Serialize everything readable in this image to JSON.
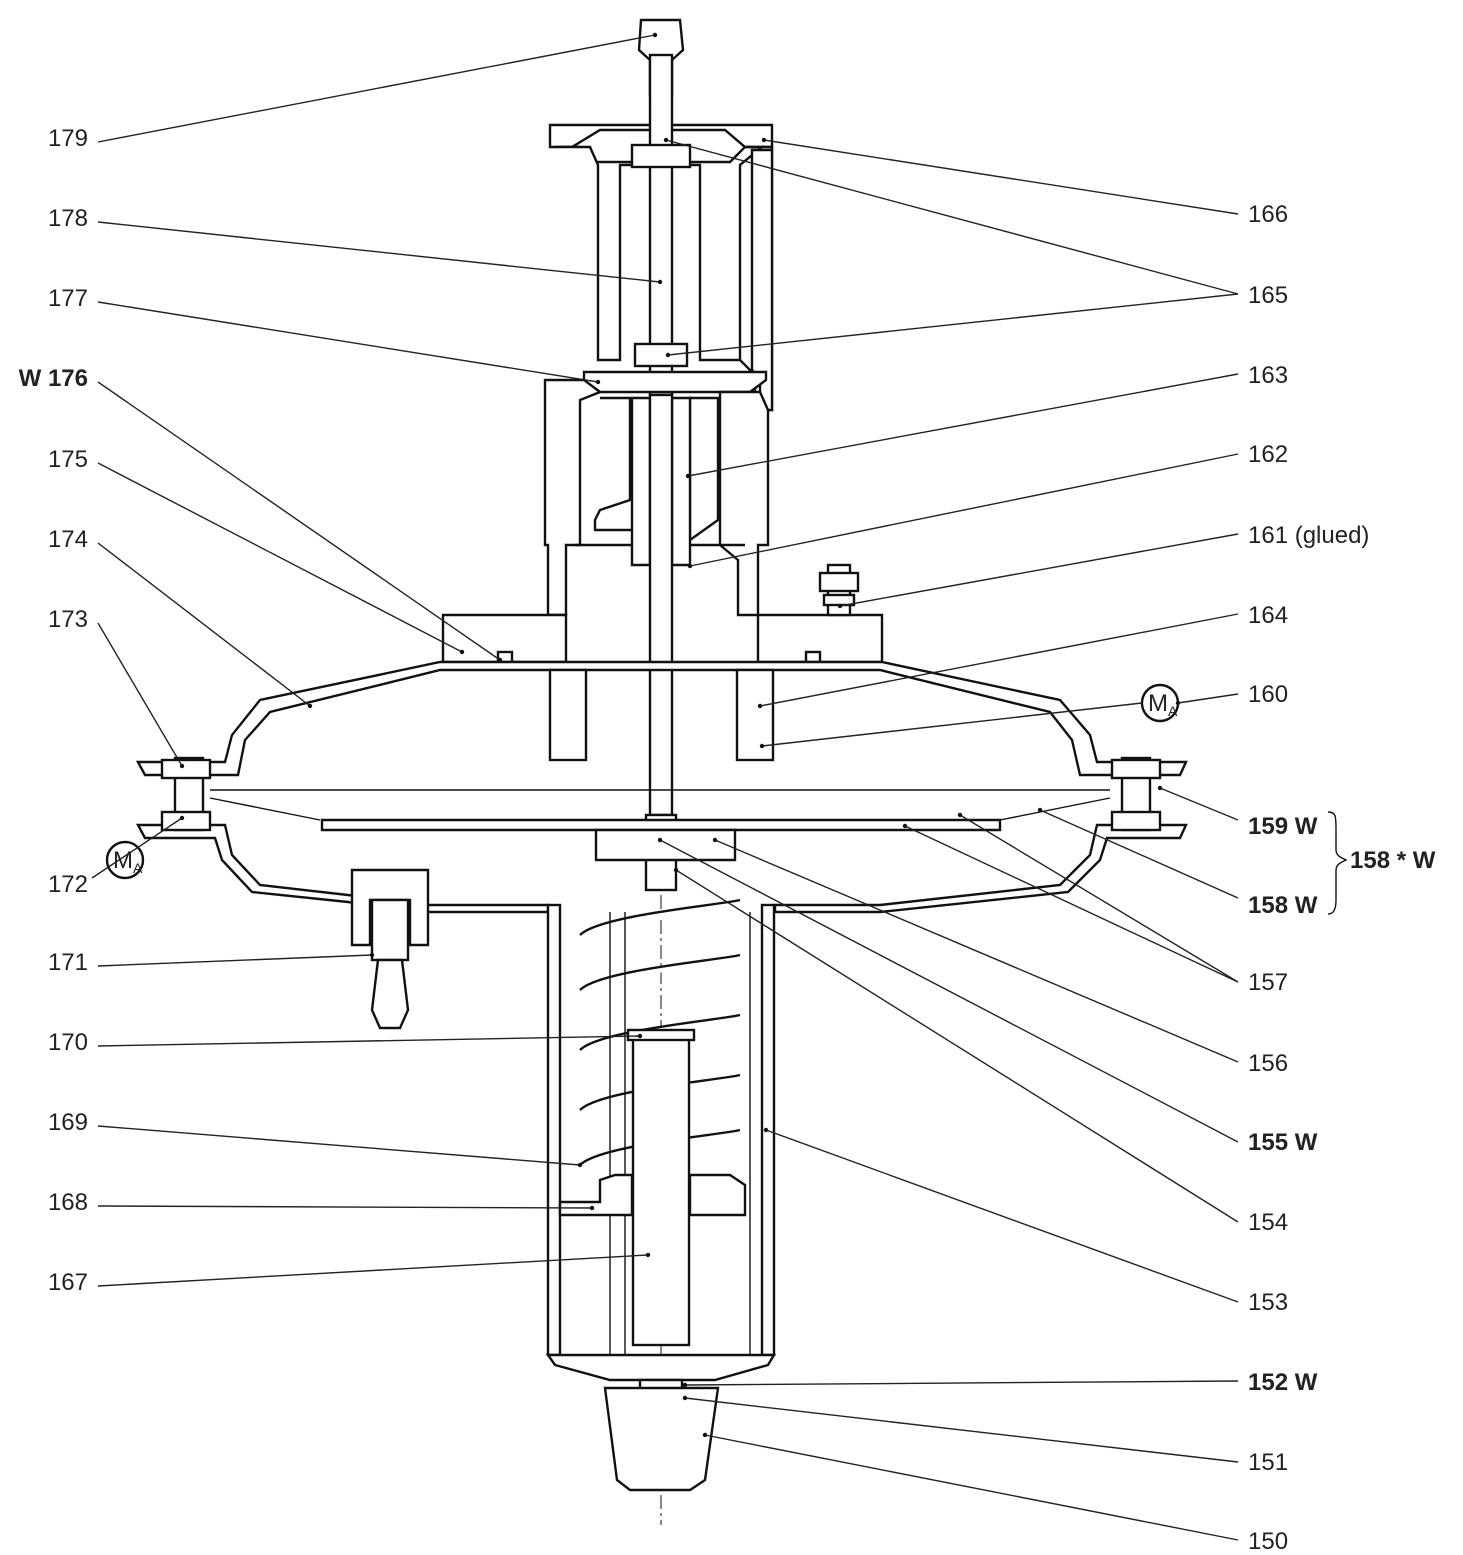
{
  "diagram": {
    "left_labels": [
      {
        "id": "179",
        "text": "179",
        "bold": false
      },
      {
        "id": "178",
        "text": "178",
        "bold": false
      },
      {
        "id": "177",
        "text": "177",
        "bold": false
      },
      {
        "id": "176",
        "text": "W 176",
        "bold": true
      },
      {
        "id": "175",
        "text": "175",
        "bold": false
      },
      {
        "id": "174",
        "text": "174",
        "bold": false
      },
      {
        "id": "173",
        "text": "173",
        "bold": false
      },
      {
        "id": "172",
        "text": "172",
        "bold": false
      },
      {
        "id": "171",
        "text": "171",
        "bold": false
      },
      {
        "id": "170",
        "text": "170",
        "bold": false
      },
      {
        "id": "169",
        "text": "169",
        "bold": false
      },
      {
        "id": "168",
        "text": "168",
        "bold": false
      },
      {
        "id": "167",
        "text": "167",
        "bold": false
      }
    ],
    "right_labels": [
      {
        "id": "166",
        "text": "166",
        "bold": false
      },
      {
        "id": "165",
        "text": "165",
        "bold": false
      },
      {
        "id": "163",
        "text": "163",
        "bold": false
      },
      {
        "id": "162",
        "text": "162",
        "bold": false
      },
      {
        "id": "161",
        "text": "161 (glued)",
        "bold": false
      },
      {
        "id": "164",
        "text": "164",
        "bold": false
      },
      {
        "id": "160",
        "text": "160",
        "bold": false
      },
      {
        "id": "159",
        "text": "159 W",
        "bold": true
      },
      {
        "id": "158",
        "text": "158 W",
        "bold": true
      },
      {
        "id": "157",
        "text": "157",
        "bold": false
      },
      {
        "id": "156",
        "text": "156",
        "bold": false
      },
      {
        "id": "155",
        "text": "155 W",
        "bold": true
      },
      {
        "id": "154",
        "text": "154",
        "bold": false
      },
      {
        "id": "153",
        "text": "153",
        "bold": false
      },
      {
        "id": "152",
        "text": "152 W",
        "bold": true
      },
      {
        "id": "151",
        "text": "151",
        "bold": false
      },
      {
        "id": "150",
        "text": "150",
        "bold": false
      }
    ],
    "group_label": "158 * W",
    "torque_marker": {
      "letter": "M",
      "subscript": "A"
    }
  }
}
